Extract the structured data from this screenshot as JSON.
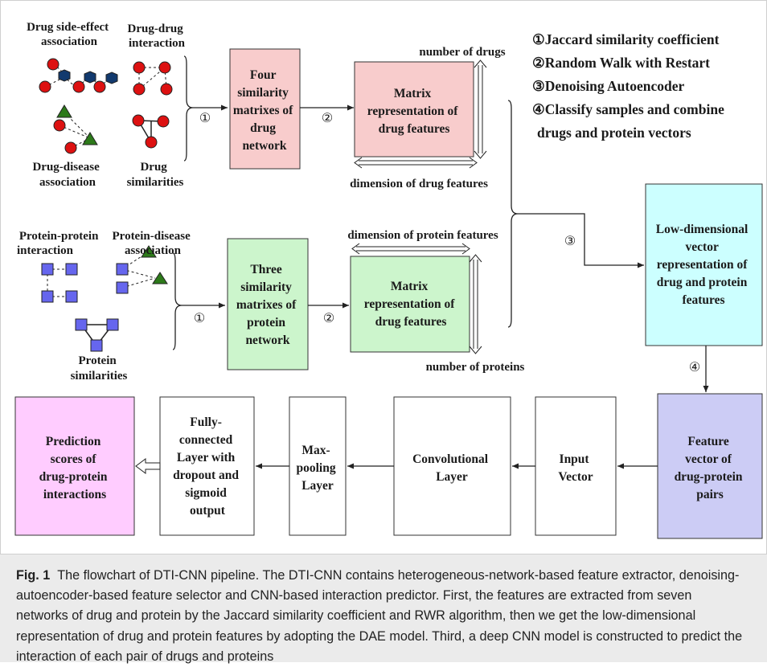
{
  "legend": [
    "①Jaccard similarity coefficient",
    "②Random Walk with Restart",
    "③Denoising Autoencoder",
    "④Classify samples and combine",
    "drugs and protein vectors"
  ],
  "drug_labels": {
    "side_effect": [
      "Drug side-effect",
      "association"
    ],
    "drug_drug": [
      "Drug-drug",
      "interaction"
    ],
    "disease": [
      "Drug-",
      "disease",
      "association"
    ],
    "similarities": [
      "Drug",
      "similarities"
    ]
  },
  "protein_labels": {
    "ppi": [
      "Protein-protein",
      "interaction"
    ],
    "disease": [
      "Protein-disease",
      "association"
    ],
    "similarities": [
      "Protein",
      "similarities"
    ]
  },
  "boxes": {
    "drug_sim": [
      "Four",
      "similarity",
      "matrixes of",
      "drug",
      "network"
    ],
    "drug_matrix": [
      "Matrix",
      "representation of",
      "drug features"
    ],
    "protein_sim": [
      "Three",
      "similarity",
      "matrixes of",
      "protein",
      "network"
    ],
    "protein_matrix": [
      "Matrix",
      "representation of",
      "drug features"
    ],
    "low_dim": [
      "Low-dimensional",
      "vector",
      "representation of",
      "drug and protein",
      "features"
    ],
    "feature_vec": [
      "Feature",
      "vector of",
      "drug-protein",
      "pairs"
    ],
    "input_vec": [
      "Input",
      "Vector"
    ],
    "conv": [
      "Convolutional",
      "Layer"
    ],
    "maxpool": [
      "Max-",
      "pooling",
      "Layer"
    ],
    "fc": [
      "Fully-",
      "connected",
      "Layer with",
      "dropout and",
      "sigmoid",
      "output"
    ],
    "prediction": [
      "Prediction",
      "scores of",
      "drug-protein",
      "interactions"
    ]
  },
  "dims": {
    "num_drugs": "number of drugs",
    "dim_drug": "dimension of drug features",
    "dim_protein": "dimension of protein features",
    "num_proteins": "number of proteins"
  },
  "steps": {
    "s1": "①",
    "s2": "②",
    "s3": "③",
    "s4": "④"
  },
  "caption": {
    "label": "Fig. 1",
    "text": "The flowchart of DTI-CNN pipeline. The DTI-CNN contains heterogeneous-network-based feature extractor, denoising-autoencoder-based feature selector and CNN-based interaction predictor. First, the features are extracted from seven networks of drug and protein by the Jaccard similarity coefficient and RWR algorithm, then we get the low-dimensional representation of drug and protein features by adopting the DAE model. Third, a deep CNN model is constructed to predict the interaction of each pair of drugs and proteins"
  },
  "colors": {
    "drug_box": "#f8cccc",
    "protein_box": "#ccf5cc",
    "low_dim_box": "#ccffff",
    "feature_box": "#ccccf5",
    "prediction_box": "#ffccff",
    "node_red": "#dd1111",
    "node_navy": "#123a6e",
    "node_green": "#2d7a1a",
    "node_blue": "#6666ee"
  }
}
